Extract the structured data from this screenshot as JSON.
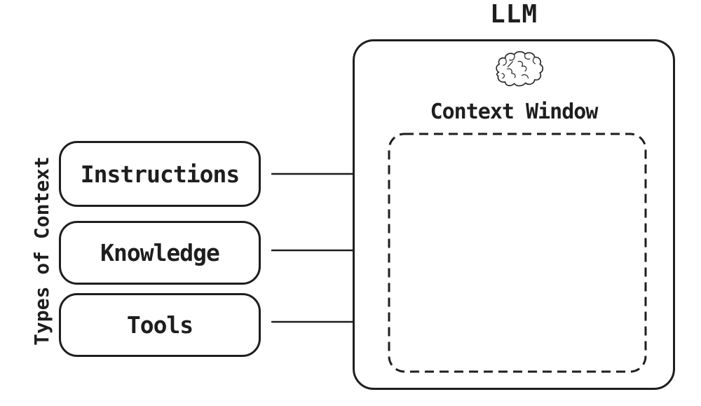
{
  "diagram": {
    "left_axis_label": "Types of Context",
    "source_boxes": [
      {
        "id": "instructions",
        "label": "Instructions"
      },
      {
        "id": "knowledge",
        "label": "Knowledge"
      },
      {
        "id": "tools",
        "label": "Tools"
      }
    ],
    "arrows": [
      {
        "from": "instructions",
        "to": "context-window"
      },
      {
        "from": "knowledge",
        "to": "context-window"
      },
      {
        "from": "tools",
        "to": "context-window"
      }
    ],
    "llm": {
      "title": "LLM",
      "icon": "brain-icon",
      "context_window_label": "Context Window"
    },
    "colors": {
      "stroke": "#1e1e1e",
      "background": "#ffffff"
    }
  }
}
